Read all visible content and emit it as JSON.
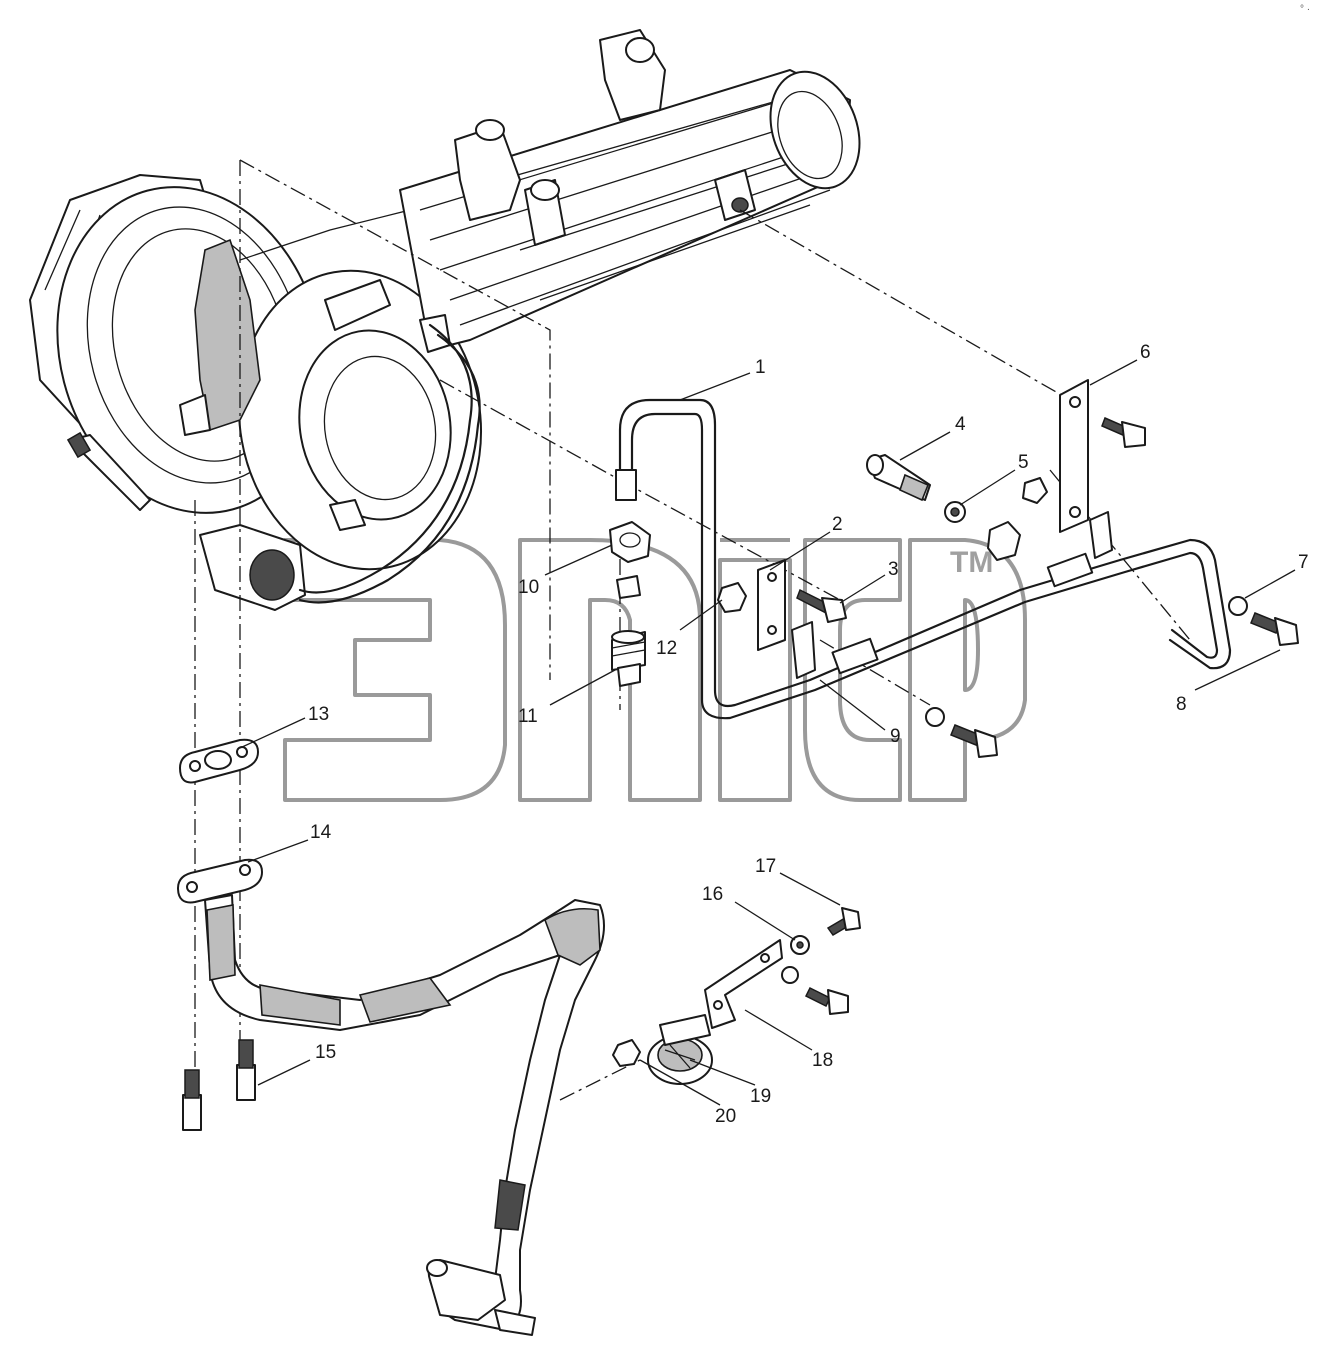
{
  "diagram": {
    "type": "exploded parts diagram",
    "callouts": [
      "1",
      "2",
      "3",
      "4",
      "5",
      "6",
      "7",
      "8",
      "9",
      "10",
      "11",
      "12",
      "13",
      "14",
      "15",
      "16",
      "17",
      "18",
      "19",
      "20"
    ],
    "watermark_mark": "TM",
    "corner_mark": "° ·"
  }
}
